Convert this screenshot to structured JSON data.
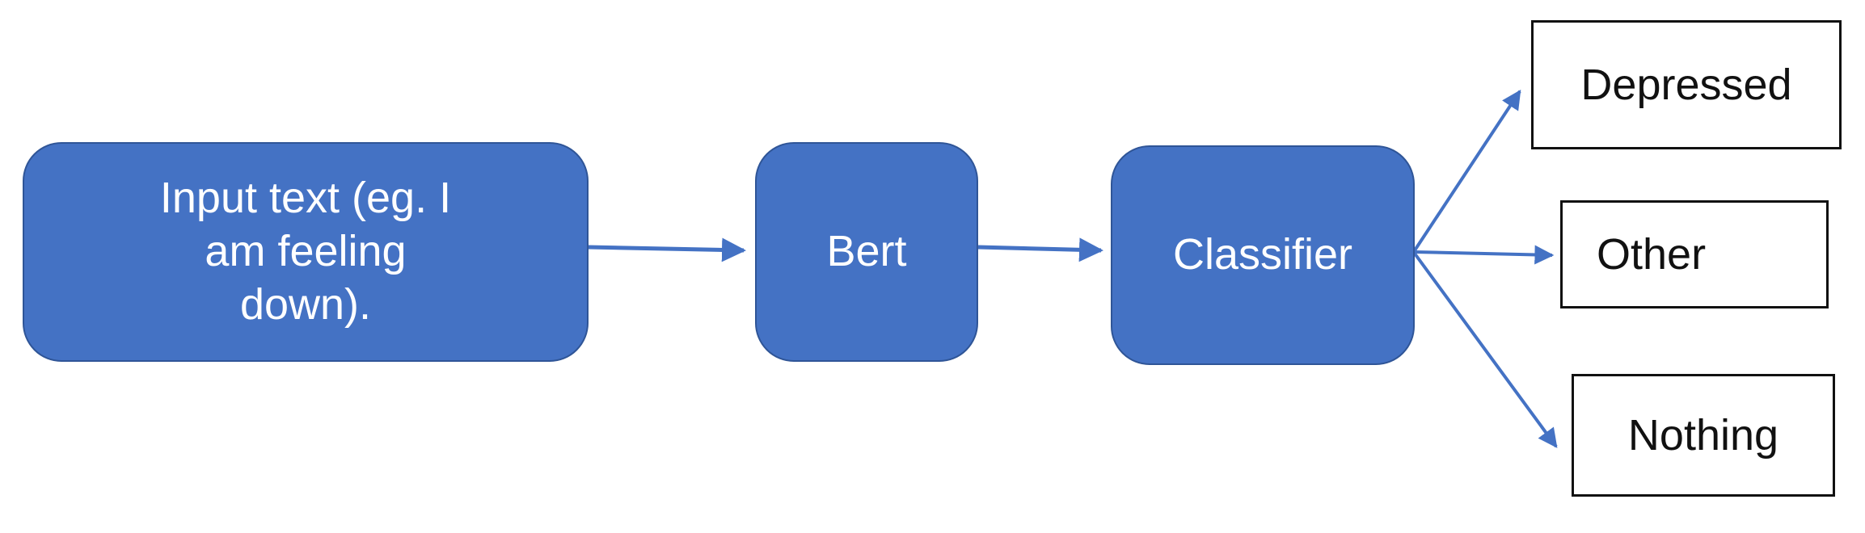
{
  "diagram": {
    "nodes": {
      "input": "Input text (eg. I am feeling down).",
      "bert": "Bert",
      "classifier": "Classifier",
      "depressed": "Depressed",
      "other": "Other",
      "nothing": "Nothing"
    },
    "colors": {
      "process_fill": "#4472c4",
      "process_border": "#2f5597",
      "arrow": "#4472c4",
      "output_border": "#111111"
    }
  }
}
